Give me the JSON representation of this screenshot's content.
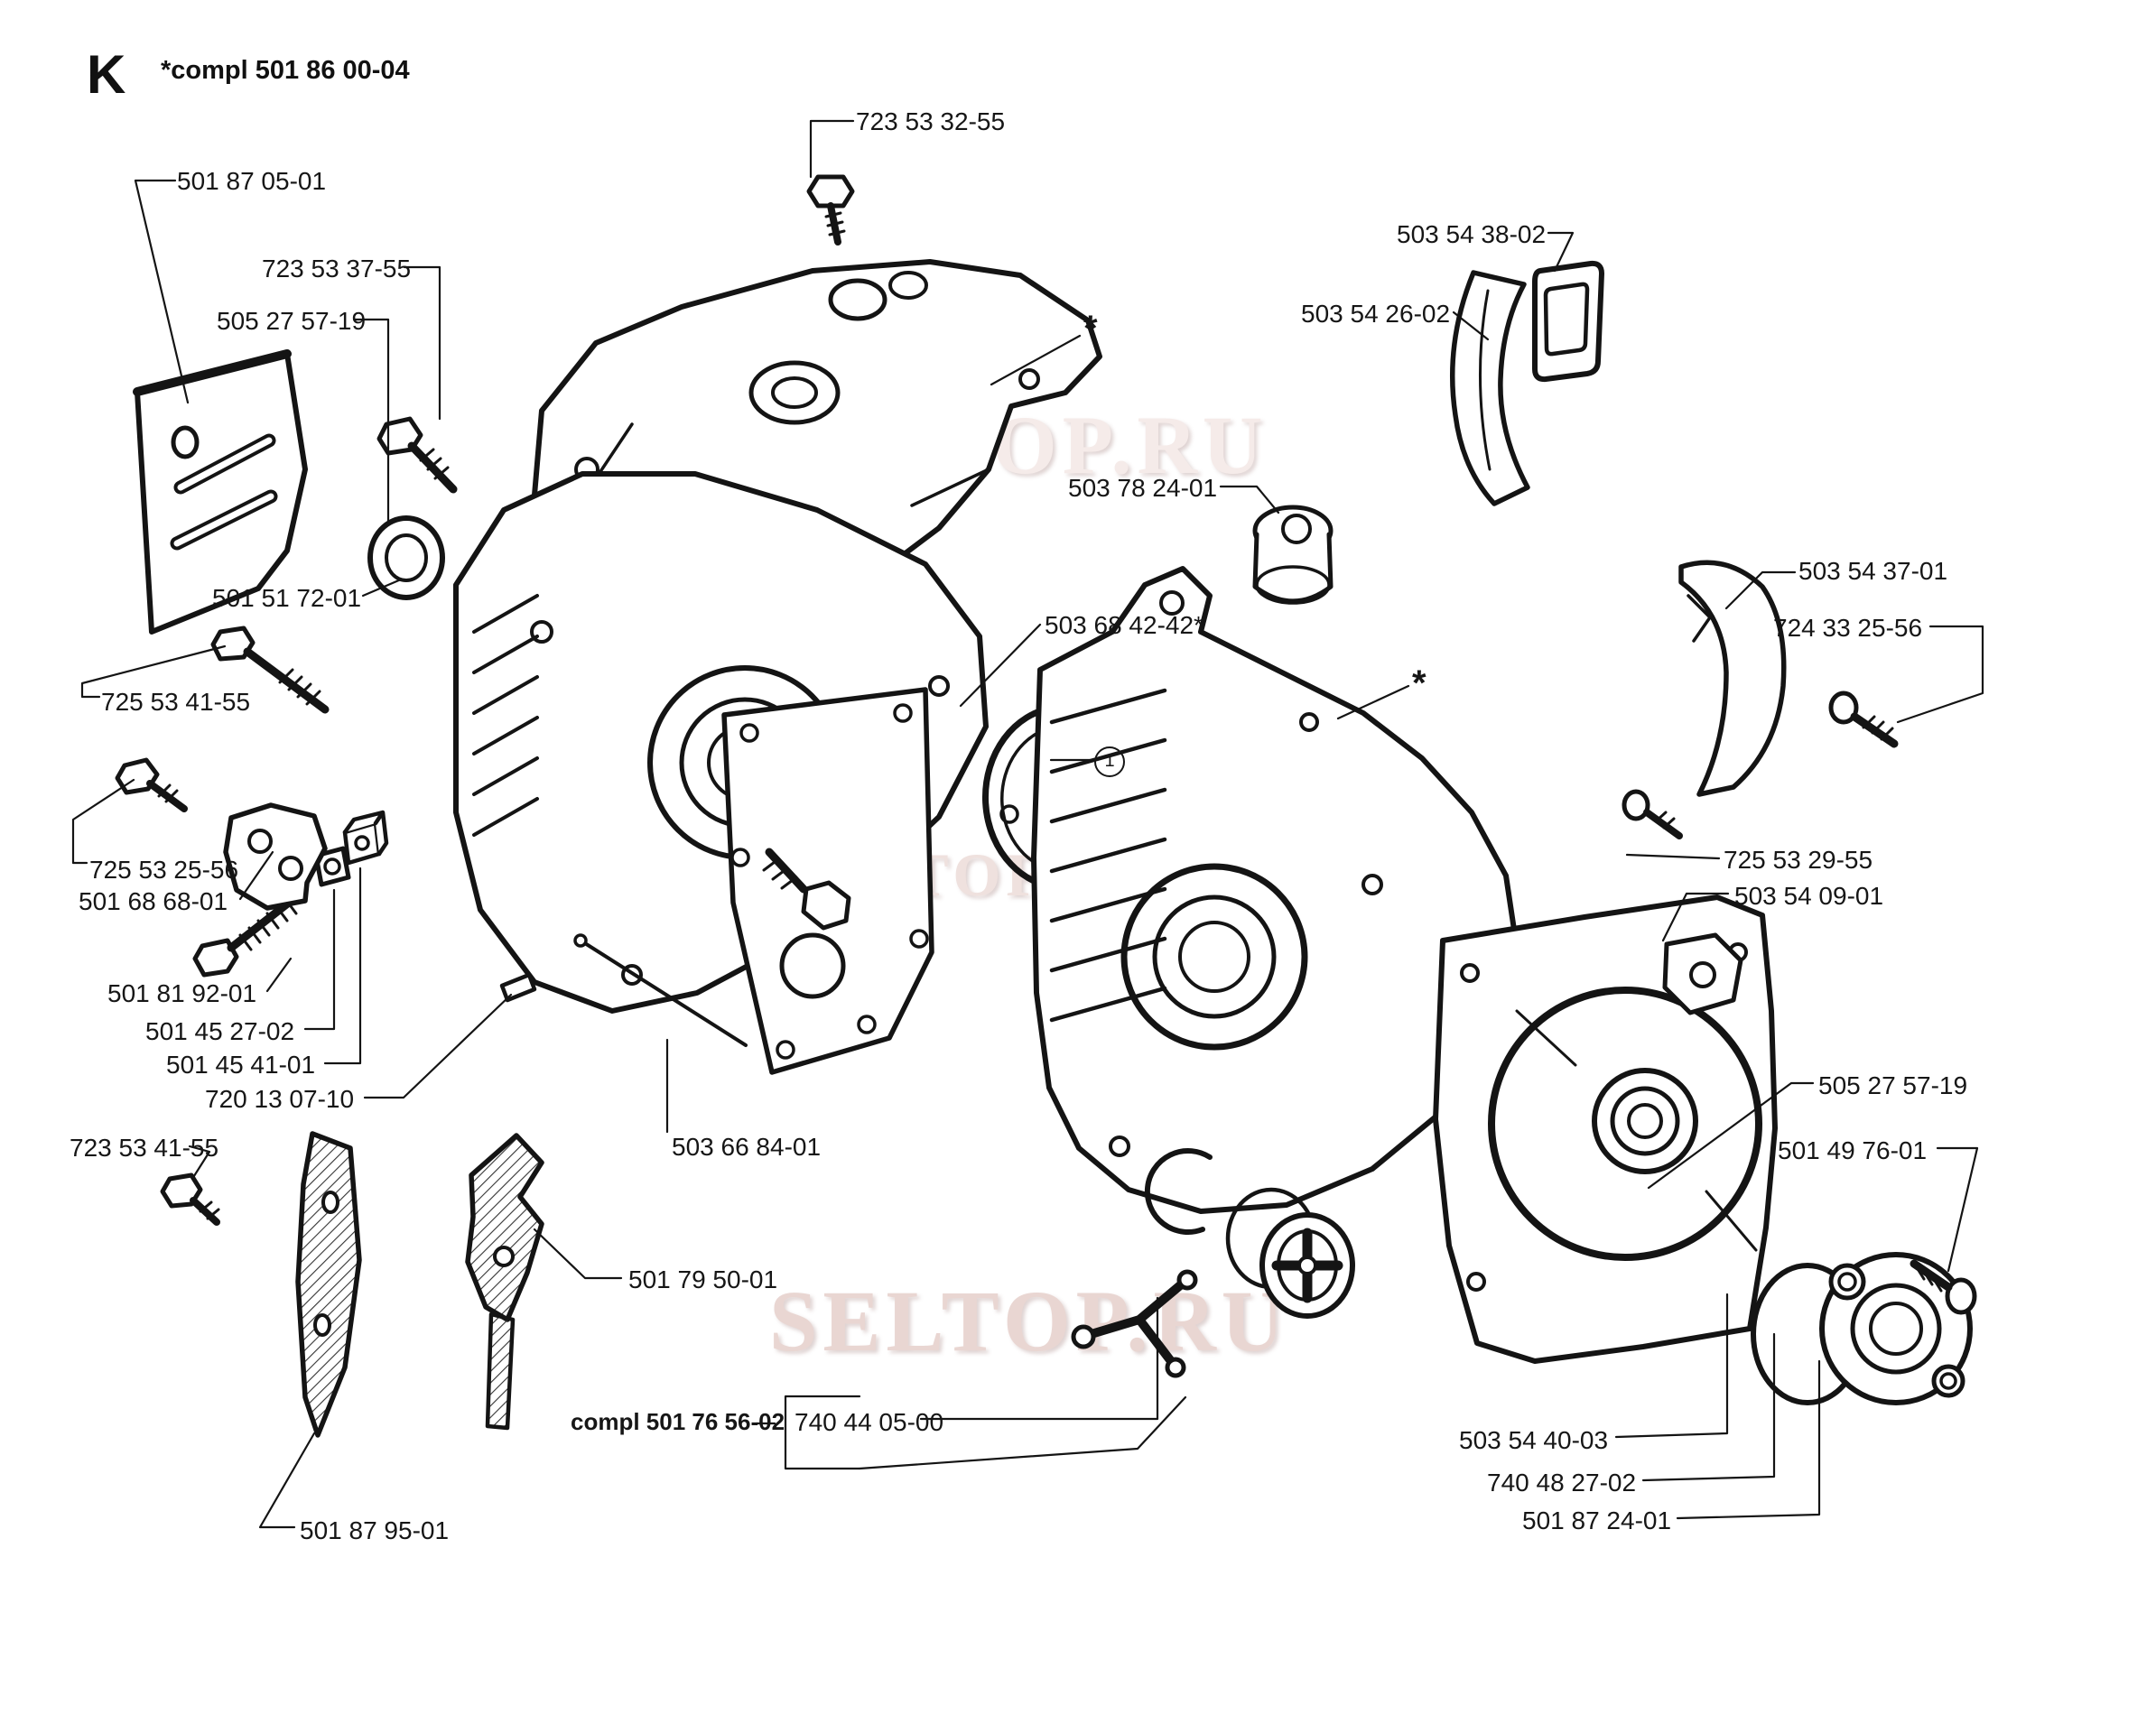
{
  "header": {
    "letter": "K",
    "note": "*compl 501 86 00-04"
  },
  "watermark": {
    "text": "SELTOP.RU"
  },
  "symbols": {
    "circled_index": "1",
    "asterisk": "*"
  },
  "colors": {
    "line": "#141414",
    "background": "#ffffff",
    "watermark_top": "#f5ebe9",
    "watermark_mid": "#efe1de",
    "watermark_bottom": "#e9d6d2"
  },
  "callouts": [
    {
      "text": "723 53 32-55"
    },
    {
      "text": "501 87 05-01"
    },
    {
      "text": "723 53 37-55"
    },
    {
      "text": "505 27 57-19"
    },
    {
      "text": "503 54 38-02"
    },
    {
      "text": "503 54 26-02"
    },
    {
      "text": "503 78 24-01"
    },
    {
      "text": "501 51 72-01"
    },
    {
      "text": "503 68 42-42*"
    },
    {
      "text": "503 54 37-01"
    },
    {
      "text": "724 33 25-56"
    },
    {
      "text": "725 53 41-55"
    },
    {
      "text": "725 53 25-56"
    },
    {
      "text": "501 68 68-01"
    },
    {
      "text": "725 53 29-55"
    },
    {
      "text": "503 54 09-01"
    },
    {
      "text": "501 81 92-01"
    },
    {
      "text": "501 45 27-02"
    },
    {
      "text": "501 45 41-01"
    },
    {
      "text": "720 13 07-10"
    },
    {
      "text": "505 27 57-19"
    },
    {
      "text": "501 49 76-01"
    },
    {
      "text": "723 53 41-55"
    },
    {
      "text": "503 66 84-01"
    },
    {
      "text": "501 79 50-01"
    },
    {
      "text": "compl 501 76 56-02"
    },
    {
      "text": "740 44 05-00"
    },
    {
      "text": "503 54 40-03"
    },
    {
      "text": "740 48 27-02"
    },
    {
      "text": "501 87 24-01"
    },
    {
      "text": "501 87 95-01"
    }
  ]
}
